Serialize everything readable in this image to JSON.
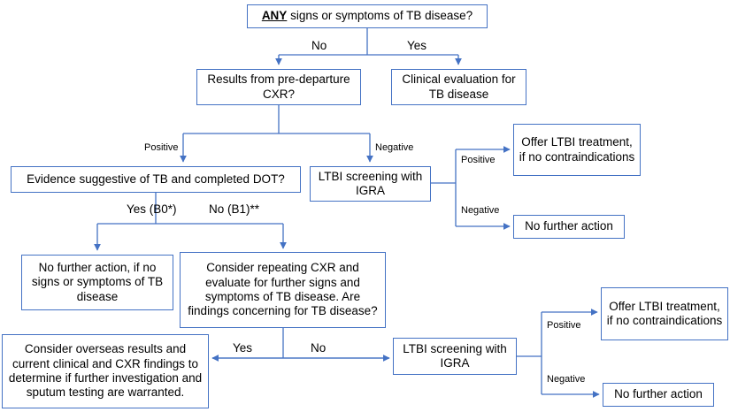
{
  "diagram": {
    "title": "TB disease screening and LTBI evaluation flowchart",
    "accent_color": "#4472C4",
    "background_color": "#FFFFFF",
    "text_color": "#000000"
  },
  "nodes": {
    "any_signs": {
      "prefix": "ANY",
      "rest": " signs or symptoms of TB disease?"
    },
    "predeparture_cxr": "Results from pre-departure CXR?",
    "clinical_eval": "Clinical evaluation for TB disease",
    "evidence_dot": "Evidence suggestive of TB and completed DOT?",
    "ltbi_igra_top": "LTBI screening with IGRA",
    "offer_ltbi_top": "Offer LTBI treatment, if no contraindications",
    "no_action_top": "No further action",
    "no_action_signs": "No further action, if no signs or symptoms of TB disease",
    "consider_repeat_cxr": "Consider repeating CXR and evaluate for further signs and symptoms of TB disease. Are findings concerning for TB disease?",
    "consider_overseas": "Consider overseas results and current clinical and CXR findings to determine if further investigation and sputum testing are warranted.",
    "ltbi_igra_bottom": "LTBI screening with IGRA",
    "offer_ltbi_bottom": "Offer LTBI treatment, if no contraindications",
    "no_action_bottom": "No further action"
  },
  "edge_labels": {
    "no_top": "No",
    "yes_top": "Yes",
    "positive_cxr": "Positive",
    "negative_cxr": "Negative",
    "yes_b0": "Yes (B0*)",
    "no_b1": "No (B1)**",
    "positive_igra_top": "Positive",
    "negative_igra_top": "Negative",
    "yes_findings": "Yes",
    "no_findings": "No",
    "positive_igra_bottom": "Positive",
    "negative_igra_bottom": "Negative"
  }
}
